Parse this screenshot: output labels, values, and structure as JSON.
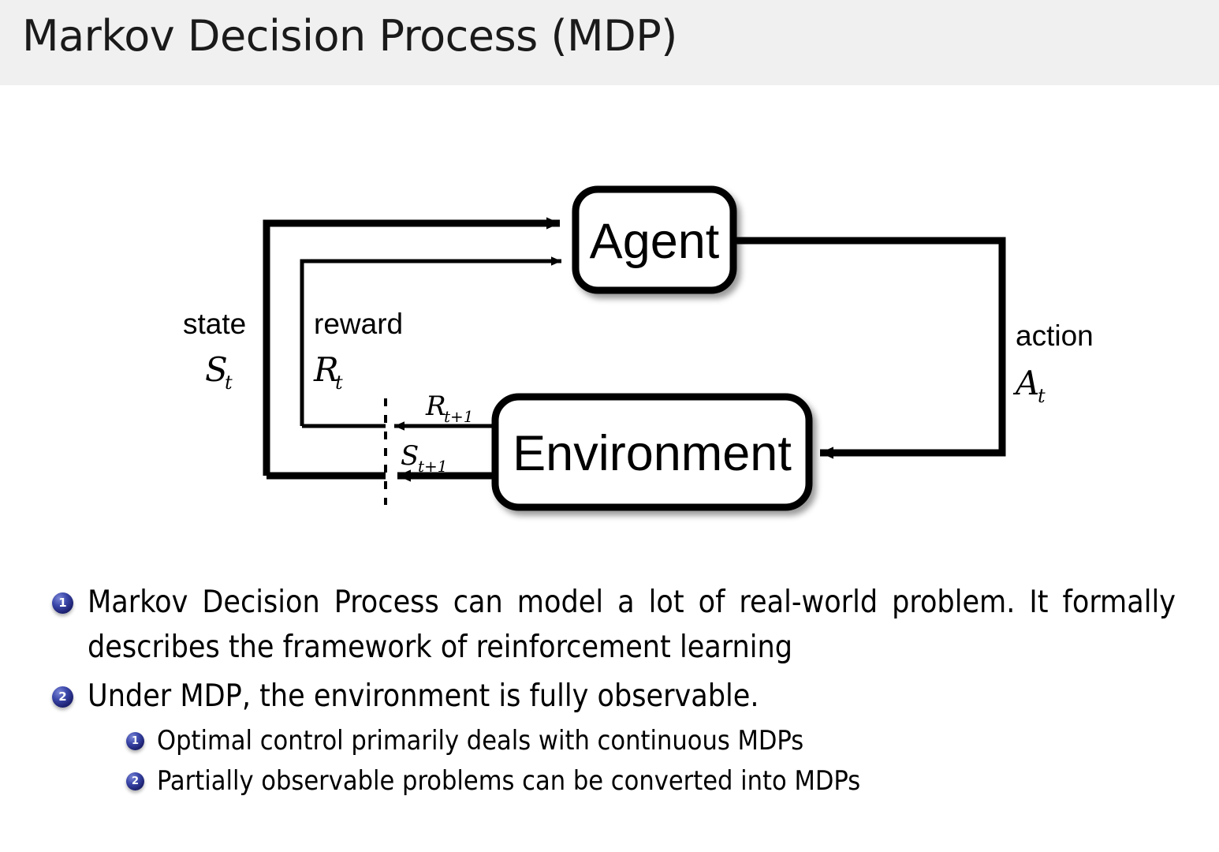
{
  "slide": {
    "title": "Markov Decision Process (MDP)",
    "header_bg": "#f0f0f0",
    "background": "#ffffff",
    "text_color": "#000000"
  },
  "diagram": {
    "name": "agent-environment-interaction-loop",
    "nodes": [
      {
        "id": "agent",
        "label": "Agent"
      },
      {
        "id": "environment",
        "label": "Environment"
      }
    ],
    "edges": [
      {
        "id": "state",
        "from": "environment",
        "to": "agent",
        "label": "state",
        "symbol": "S",
        "subscript": "t"
      },
      {
        "id": "reward",
        "from": "environment",
        "to": "agent",
        "label": "reward",
        "symbol": "R",
        "subscript": "t"
      },
      {
        "id": "action",
        "from": "agent",
        "to": "environment",
        "label": "action",
        "symbol": "A",
        "subscript": "t"
      },
      {
        "id": "reward-next",
        "from": "environment",
        "to": "delay",
        "symbol": "R",
        "subscript": "t+1"
      },
      {
        "id": "state-next",
        "from": "environment",
        "to": "delay",
        "symbol": "S",
        "subscript": "t+1"
      }
    ],
    "labels": {
      "state": "state",
      "reward": "reward",
      "action": "action",
      "state_symbol": "S",
      "state_sub": "t",
      "reward_symbol": "R",
      "reward_sub": "t",
      "action_symbol": "A",
      "action_sub": "t",
      "reward_next_symbol": "R",
      "reward_next_sub": "t+1",
      "state_next_symbol": "S",
      "state_next_sub": "t+1"
    },
    "colors": {
      "stroke": "#000000",
      "node_fill": "#ffffff"
    }
  },
  "bullets": {
    "marker_color": "#1d2170",
    "items": [
      {
        "number": "1",
        "text": "Markov Decision Process can model a lot of real-world problem. It formally describes the framework of reinforcement learning"
      },
      {
        "number": "2",
        "text": "Under MDP, the environment is fully observable."
      }
    ],
    "subitems": [
      {
        "number": "1",
        "text": "Optimal control primarily deals with continuous MDPs"
      },
      {
        "number": "2",
        "text": "Partially observable problems can be converted into MDPs"
      }
    ]
  }
}
